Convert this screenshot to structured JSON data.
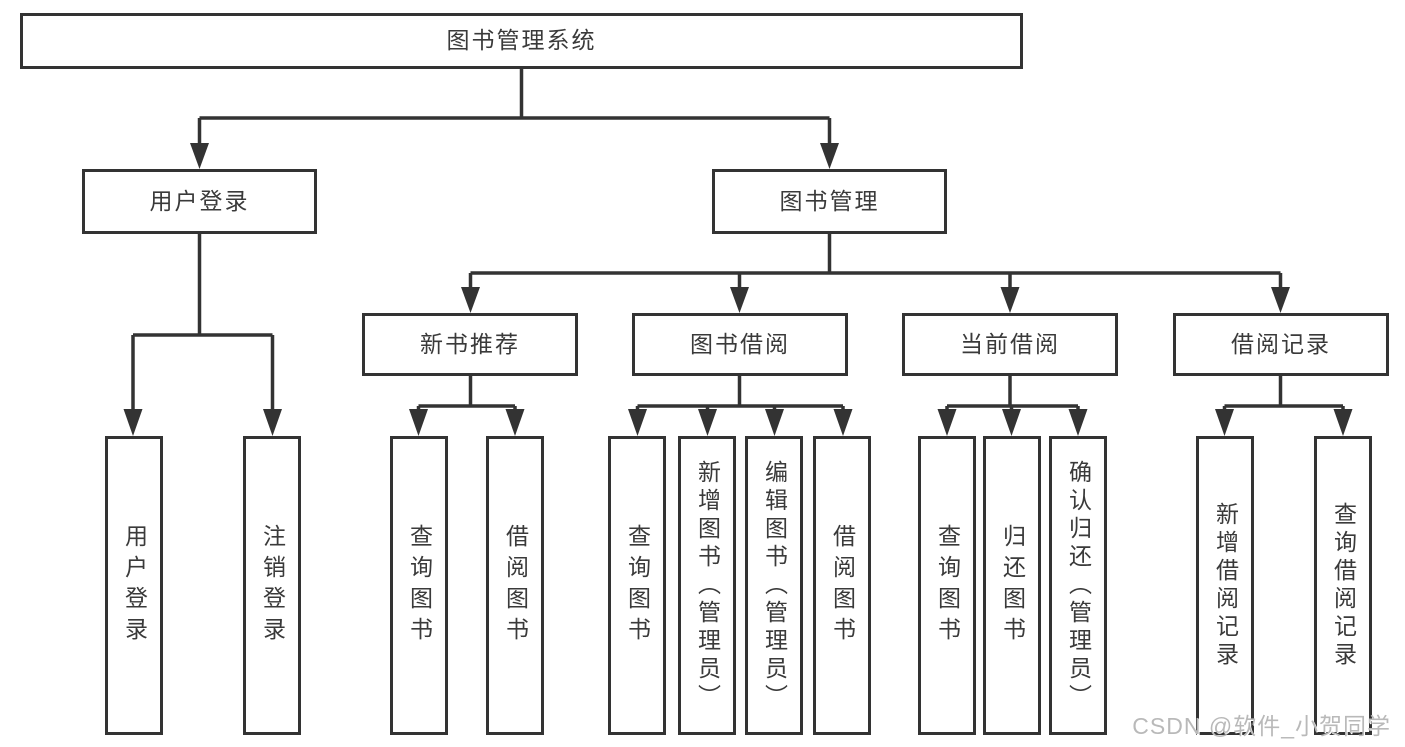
{
  "diagram_title": "图书管理系统",
  "line_color": "#333333",
  "box_background": "#ffffff",
  "watermark": "CSDN @软件_小贺同学",
  "tree": {
    "root": {
      "label": "图书管理系统",
      "children": [
        {
          "label": "用户登录",
          "children": [
            {
              "label": "用户登录"
            },
            {
              "label": "注销登录"
            }
          ]
        },
        {
          "label": "图书管理",
          "children": [
            {
              "label": "新书推荐",
              "children": [
                {
                  "label": "查询图书"
                },
                {
                  "label": "借阅图书"
                }
              ]
            },
            {
              "label": "图书借阅",
              "children": [
                {
                  "label": "查询图书"
                },
                {
                  "label": "新增图书（管理员）"
                },
                {
                  "label": "编辑图书（管理员）"
                },
                {
                  "label": "借阅图书"
                }
              ]
            },
            {
              "label": "当前借阅",
              "children": [
                {
                  "label": "查询图书"
                },
                {
                  "label": "归还图书"
                },
                {
                  "label": "确认归还（管理员）"
                }
              ]
            },
            {
              "label": "借阅记录",
              "children": [
                {
                  "label": "新增借阅记录"
                },
                {
                  "label": "查询借阅记录"
                }
              ]
            }
          ]
        }
      ]
    }
  }
}
